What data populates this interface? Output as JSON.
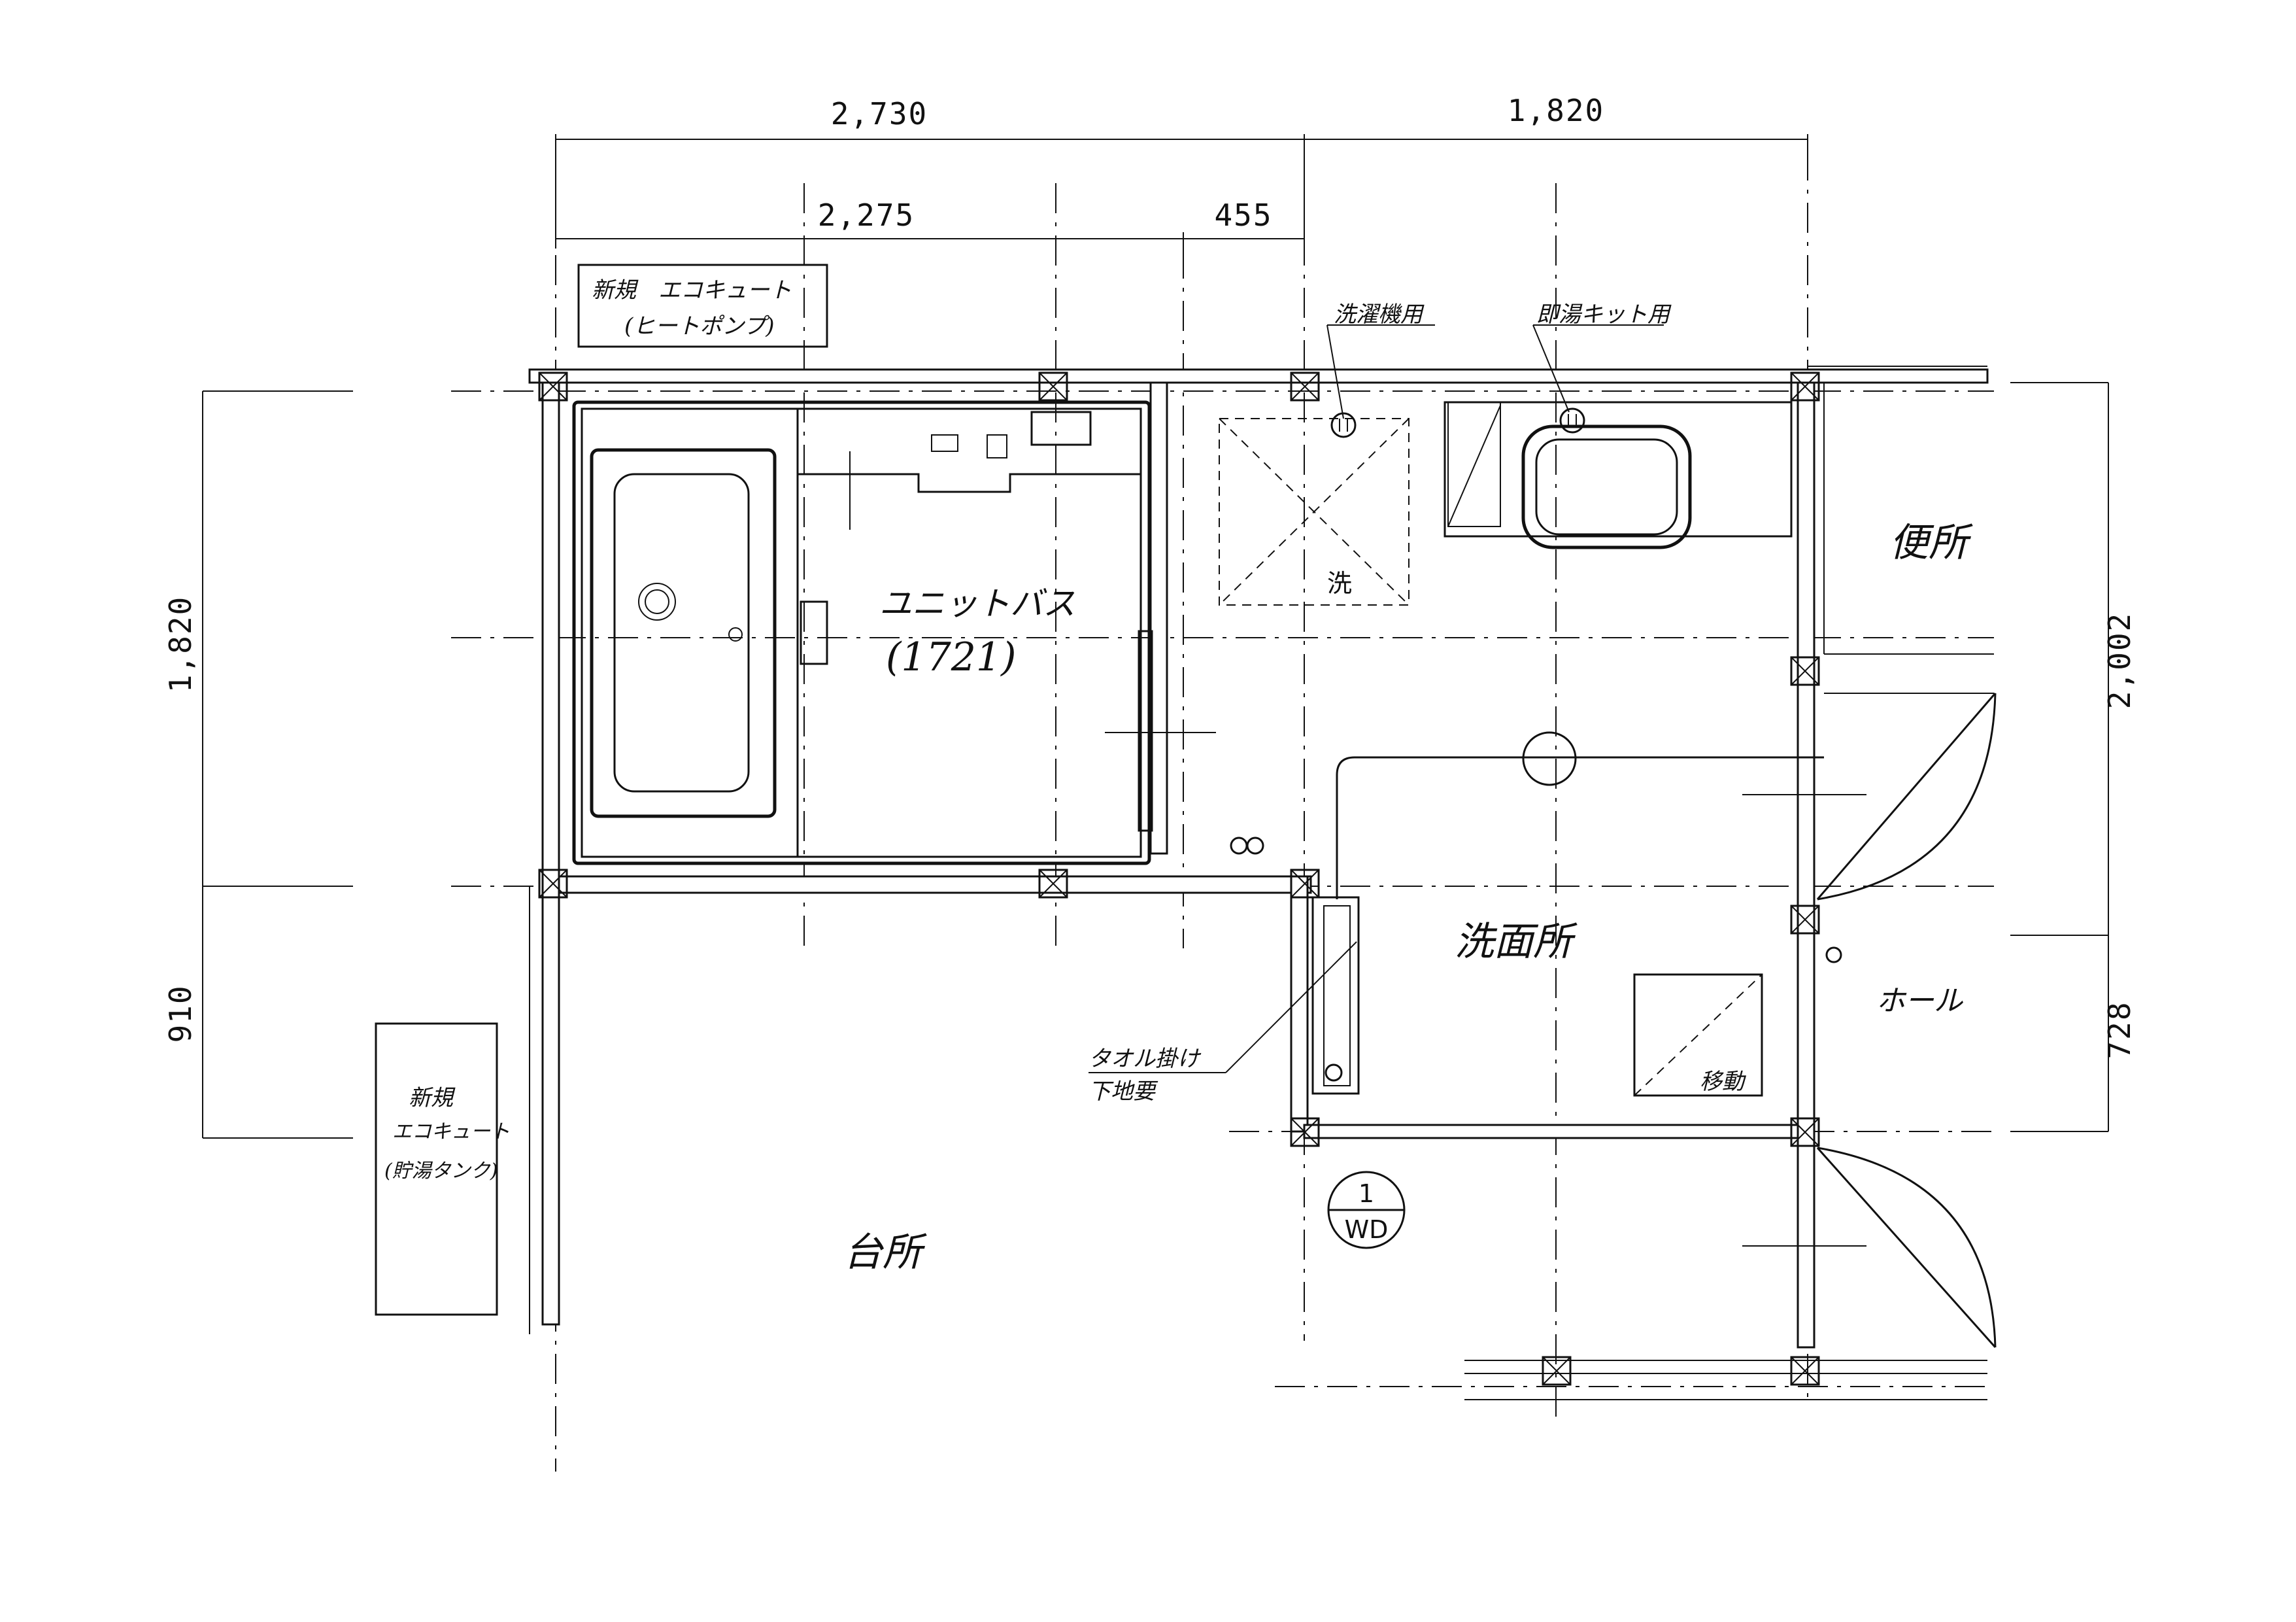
{
  "dimensions": {
    "top_left": "2,730",
    "top_right": "1,820",
    "sub_left": "2,275",
    "sub_mid": "455",
    "left_upper": "1,820",
    "left_lower": "910",
    "right_upper": "2,002",
    "right_lower": "728"
  },
  "rooms": {
    "unit_bath": "ユニットバス",
    "unit_bath_model": "(1721)",
    "washroom": "洗面所",
    "toilet": "便所",
    "hall": "ホール",
    "kitchen": "台所"
  },
  "notes": {
    "ecocute_heatpump_line1": "新規　エコキュート",
    "ecocute_heatpump_line2": "(ヒートポンプ)",
    "ecocute_tank_line1": "新規",
    "ecocute_tank_line2": "エコキュート",
    "ecocute_tank_line3": "(貯湯タンク)",
    "washer_label": "洗濯機用",
    "instant_hot_label": "即湯キット用",
    "washer_pan": "洗",
    "towel_line1": "タオル掛け",
    "towel_line2": "下地要",
    "move_label": "移動"
  },
  "section_marker": {
    "number": "1",
    "sheet": "WD"
  }
}
